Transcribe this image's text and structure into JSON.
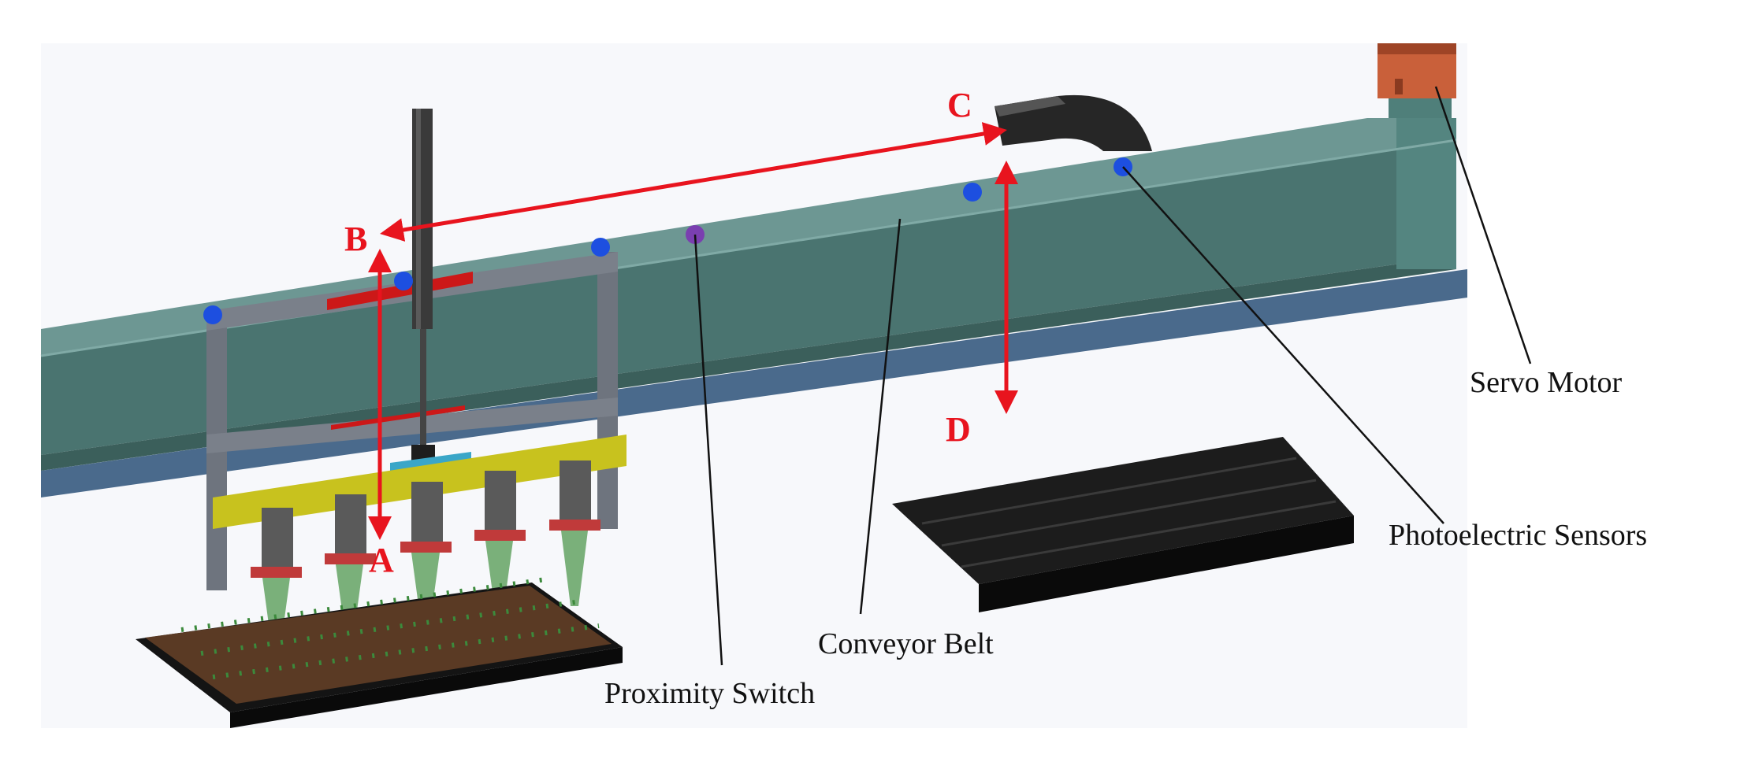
{
  "points": {
    "a": "A",
    "b": "B",
    "c": "C",
    "d": "D"
  },
  "callouts": {
    "servo_motor": "Servo Motor",
    "photoelectric_sensors": "Photoelectric Sensors",
    "conveyor_belt": "Conveyor Belt",
    "proximity_switch": "Proximity Switch"
  },
  "colors": {
    "arrow": "#e8141e",
    "rail": "#4a7470",
    "sensor_dot": "#1d4fe0",
    "proximity_dot": "#7a3fb0",
    "motor": "#c9603a",
    "tray": "#141414",
    "gantry_bar": "#c8c21e"
  }
}
